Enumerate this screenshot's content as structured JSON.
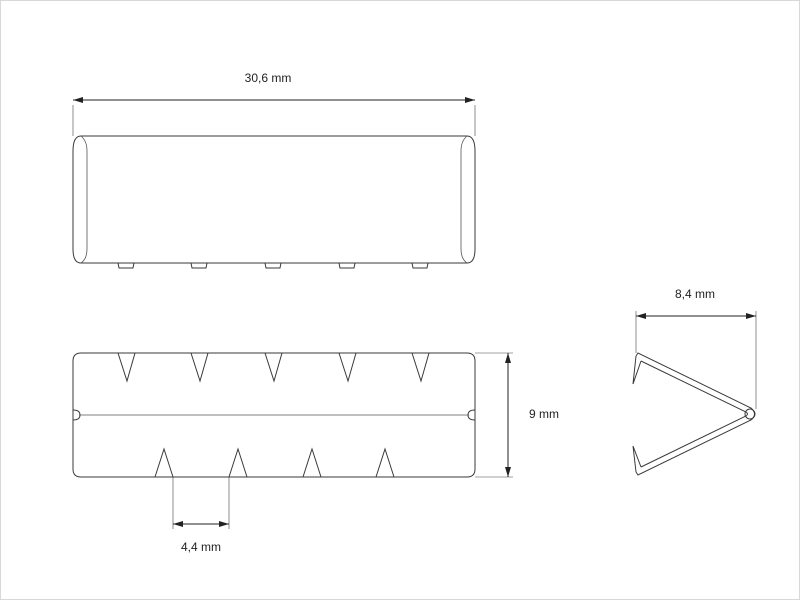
{
  "dimensions": {
    "width_label": "30,6 mm",
    "height_label": "9 mm",
    "spacing_label": "4,4 mm",
    "side_width_label": "8,4 mm"
  },
  "colors": {
    "line": "#3a3a3a",
    "text": "#222222",
    "background": "#ffffff"
  }
}
